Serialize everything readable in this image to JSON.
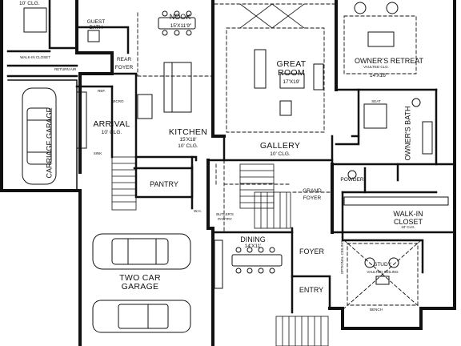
{
  "rooms": {
    "bedroom_top_left": {
      "size": "10' Clg."
    },
    "guest_bath": {
      "name": "Guest Bath"
    },
    "walkin_closet": {
      "name": "Walk-In Closet"
    },
    "nook": {
      "name": "Nook",
      "dims": "15'x11'9\""
    },
    "great_room": {
      "name": "Great Room",
      "dims": "17'x19'"
    },
    "owners_retreat": {
      "name": "Owner's Retreat",
      "ceiling": "Vaulted Clg.",
      "dims": "14'x16'"
    },
    "rear_foyer": {
      "name": "Rear Foyer"
    },
    "kitchen": {
      "name": "Kitchen",
      "dims": "15'x18'",
      "ceiling": "10' Clg."
    },
    "arrival": {
      "name": "Arrival",
      "ceiling": "10' Clg."
    },
    "carriage_garage": {
      "name": "Carriage Garage"
    },
    "gallery": {
      "name": "Gallery",
      "ceiling": "10' Clg."
    },
    "owners_bath": {
      "name": "Owner's Bath"
    },
    "seat": {
      "name": "Seat"
    },
    "pantry": {
      "name": "Pantry"
    },
    "powder": {
      "name": "Powder"
    },
    "grand_foyer": {
      "name": "Grand Foyer"
    },
    "walkin_closet_owner": {
      "name": "Walk-In Closet",
      "ceiling": "10' Clg."
    },
    "butlers_pantry": {
      "name": "Butler's Pantry"
    },
    "dining": {
      "name": "Dining",
      "dims": "14'x11'"
    },
    "foyer": {
      "name": "Foyer"
    },
    "study": {
      "name": "Study",
      "ceiling": "Vaulted Ceiling"
    },
    "two_car_garage": {
      "name": "Two Car Garage"
    },
    "entry": {
      "name": "Entry"
    }
  },
  "small_notes": {
    "return_air": "Return Air",
    "ref": "Ref.",
    "micro": "Micro",
    "wh": "W.H.",
    "bench": "Bench",
    "sink": "Sink",
    "optional_ceiling": "Optional Ceiling"
  }
}
